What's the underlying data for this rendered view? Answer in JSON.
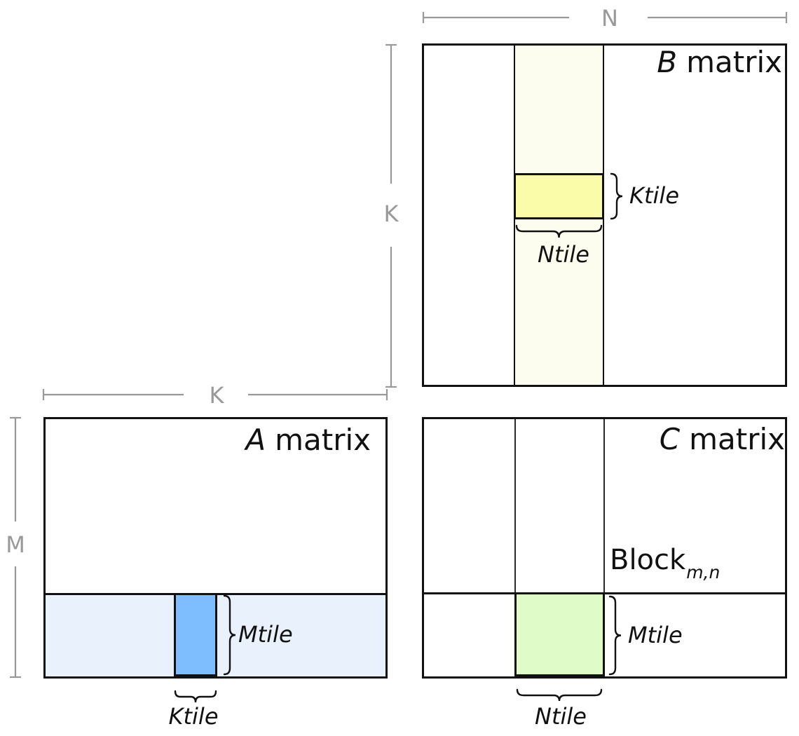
{
  "colors": {
    "bg": "#FFFFFF",
    "line": "#111111",
    "thinline": "#2a2a2a",
    "dim": "#999999",
    "bstrip": "#FDFDEF",
    "btile": "#FBFCA9",
    "astrip": "#E9F2FC",
    "atile": "#7EBEFF",
    "ctile": "#DFFBC8"
  },
  "dimensions": {
    "n": "N",
    "k_left_of_b": "K",
    "k_above_a": "K",
    "m_left_of_a": "M"
  },
  "matrices": {
    "b": {
      "letter": "B",
      "word": "matrix",
      "ktile": "Ktile",
      "ntile": "Ntile"
    },
    "a": {
      "letter": "A",
      "word": "matrix",
      "mtile": "Mtile",
      "ktile": "Ktile"
    },
    "c": {
      "letter": "C",
      "word": "matrix",
      "mtile": "Mtile",
      "ntile": "Ntile",
      "block": "Block",
      "block_sub": "m,n"
    }
  }
}
